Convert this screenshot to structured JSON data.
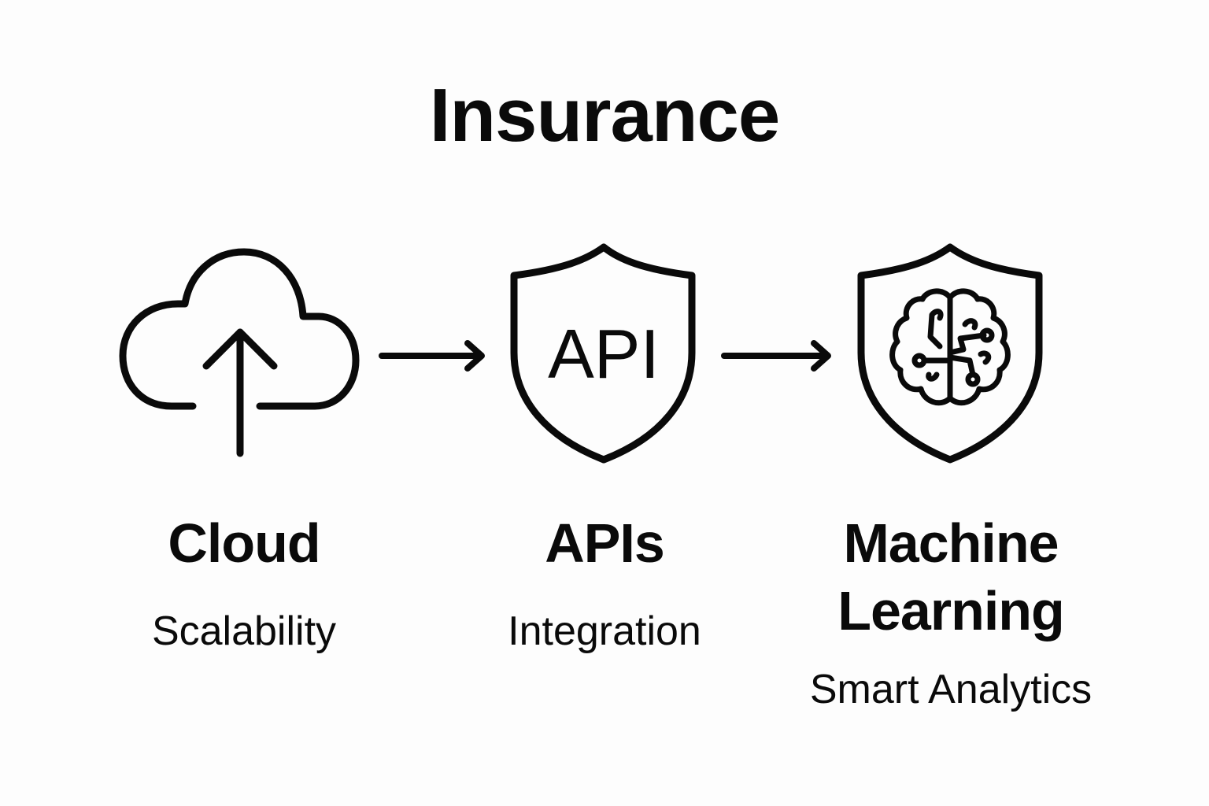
{
  "title": "Insurance",
  "steps": [
    {
      "icon": "cloud-upload-icon",
      "label": "Cloud",
      "subtitle": "Scalability"
    },
    {
      "icon": "api-shield-icon",
      "icon_text": "API",
      "label": "APIs",
      "subtitle": "Integration"
    },
    {
      "icon": "brain-shield-icon",
      "label": "Machine Learning",
      "subtitle": "Smart Analytics"
    }
  ],
  "connectors": [
    "arrow-right-icon",
    "arrow-right-icon"
  ],
  "colors": {
    "ink": "#0a0a0a",
    "background": "#fdfdfd"
  }
}
